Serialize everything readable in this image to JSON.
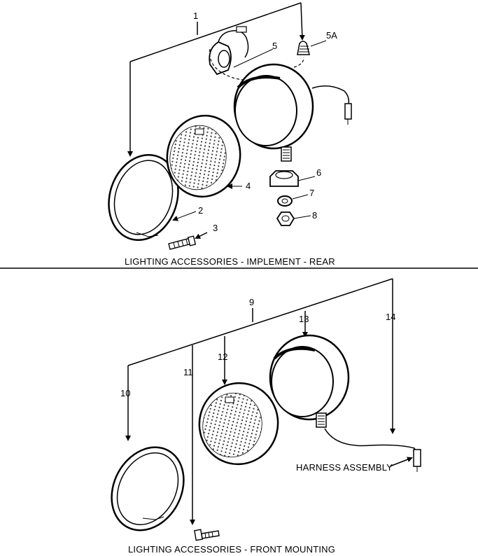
{
  "sections": [
    {
      "caption": "LIGHTING ACCESSORIES - IMPLEMENT - REAR",
      "callouts": [
        "1",
        "2",
        "3",
        "4",
        "5",
        "5A",
        "6",
        "7",
        "8"
      ]
    },
    {
      "caption": "LIGHTING ACCESSORIES - FRONT MOUNTING",
      "callouts": [
        "9",
        "10",
        "11",
        "12",
        "13",
        "14"
      ],
      "label": "HARNESS ASSEMBLY"
    }
  ]
}
